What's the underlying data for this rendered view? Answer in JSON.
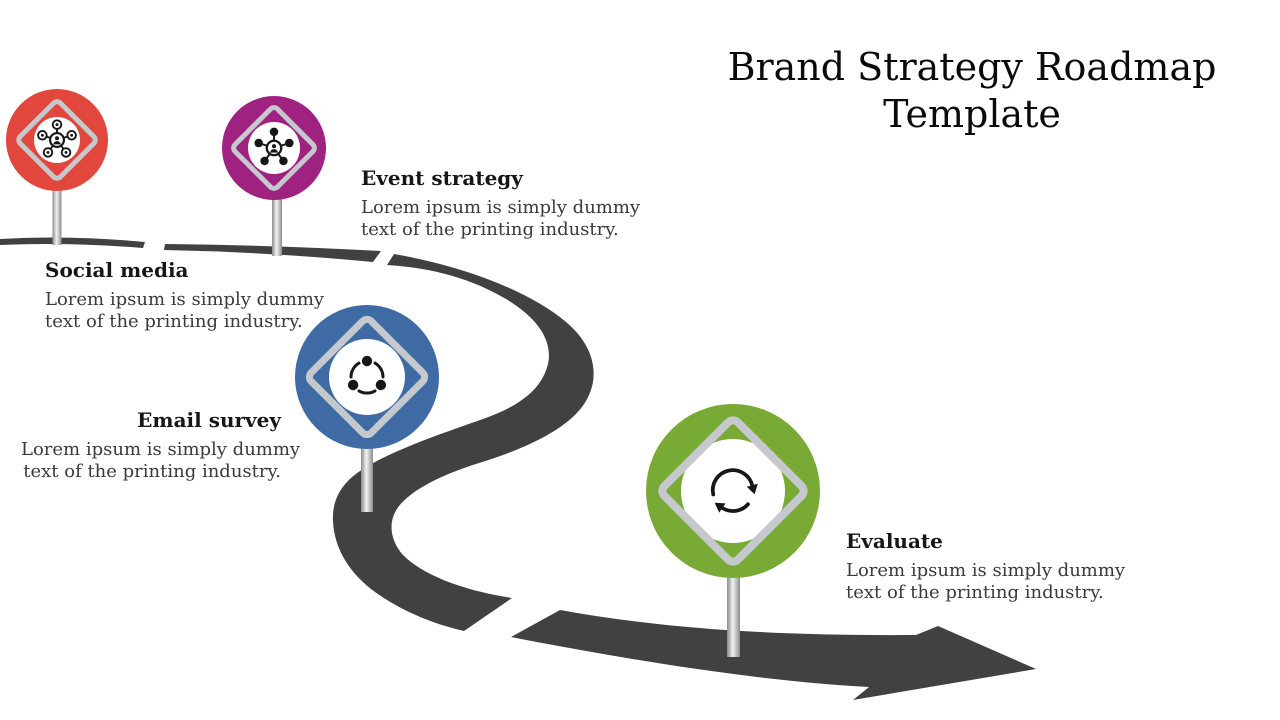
{
  "title": {
    "text": "Brand Strategy Roadmap Template"
  },
  "colors": {
    "road": "#414141",
    "sign_frame": "#c5c9cd",
    "background": "#ffffff"
  },
  "milestones": [
    {
      "heading": "Social media",
      "body_lines": [
        "Lorem ipsum is simply dummy",
        "text of the printing industry."
      ],
      "color": "#e2473d",
      "icon": "people-network-icon"
    },
    {
      "heading": "Event strategy",
      "body_lines": [
        "Lorem ipsum is simply dummy",
        "text of the printing industry."
      ],
      "color": "#9f2180",
      "icon": "hub-network-icon"
    },
    {
      "heading": "Email survey",
      "body_lines": [
        "Lorem ipsum is simply dummy",
        "text of the printing industry."
      ],
      "color": "#3e6ba4",
      "icon": "share-nodes-icon"
    },
    {
      "heading": "Evaluate",
      "body_lines": [
        "Lorem ipsum is simply dummy",
        "text of the printing industry."
      ],
      "color": "#78aa35",
      "icon": "refresh-cycle-icon"
    }
  ]
}
